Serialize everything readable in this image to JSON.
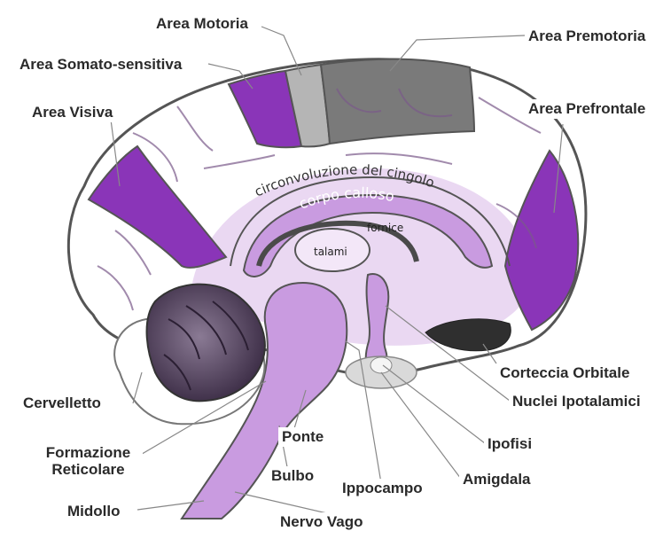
{
  "labels": {
    "area_motoria": "Area Motoria",
    "area_premotoria": "Area Premotoria",
    "area_somato_sensitiva": "Area Somato-sensitiva",
    "area_visiva": "Area Visiva",
    "area_prefrontale": "Area Prefrontale",
    "corteccia_orbitale": "Corteccia Orbitale",
    "nuclei_ipotalamici": "Nuclei Ipotalamici",
    "ipofisi": "Ipofisi",
    "amigdala": "Amigdala",
    "ippocampo": "Ippocampo",
    "nervo_vago": "Nervo Vago",
    "bulbo": "Bulbo",
    "ponte": "Ponte",
    "midollo": "Midollo",
    "formazione_reticolare": "Formazione Reticolare",
    "cervelletto": "Cervelletto"
  },
  "inner_labels": {
    "cingolo": "circonvoluzione del cingolo",
    "corpo_calloso": "corpo calloso",
    "fornice": "fornice",
    "talami": "talami"
  },
  "colors": {
    "purple": "#8a35b8",
    "light_purple": "#c99be0",
    "lavender": "#ead8f2",
    "dark_gray": "#7a7a7a",
    "light_gray": "#b5b5b5",
    "orbital": "#2f2f2f",
    "cerebellum": "#4d3d57"
  }
}
